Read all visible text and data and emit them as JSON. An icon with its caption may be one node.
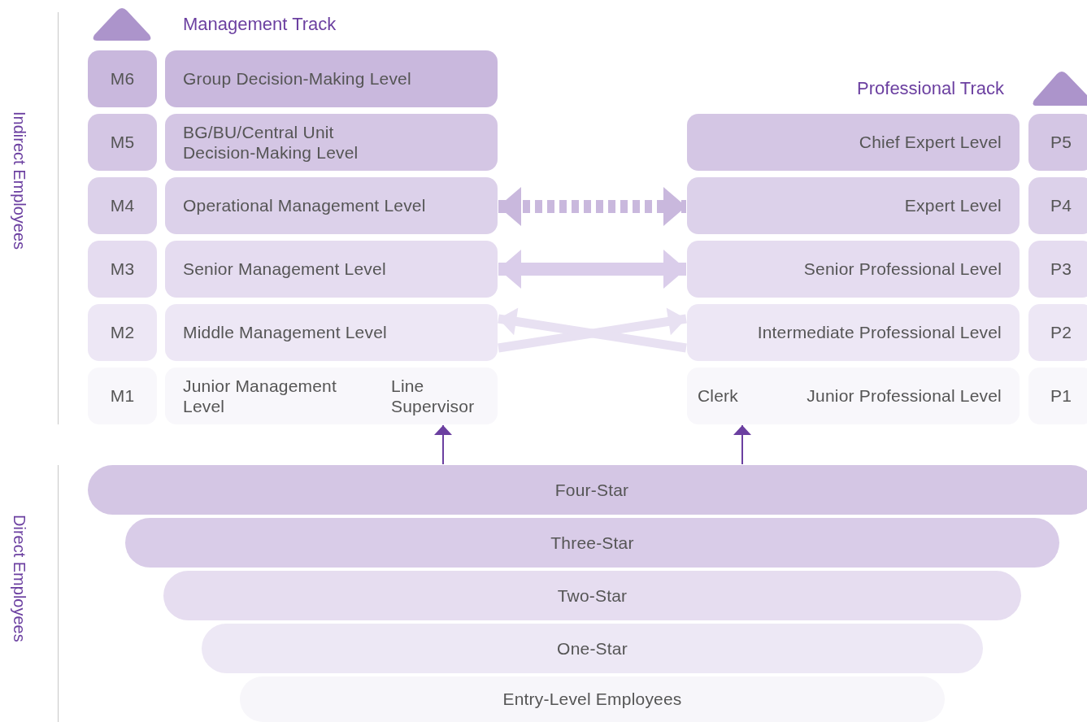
{
  "diagram": {
    "nodes": [
      {
        "text": [
          "M6"
        ]
      },
      {
        "text": [
          "Group Decision-Making Level"
        ]
      },
      {
        "text": [
          "M5"
        ]
      },
      {
        "text": [
          "BG/BU/Central Unit Decision-Making Level"
        ]
      },
      {
        "text": [
          "M4"
        ]
      },
      {
        "text": [
          "Operational Management Level"
        ]
      },
      {
        "text": [
          "M3"
        ]
      },
      {
        "text": [
          "Senior Management Level"
        ]
      },
      {
        "text": [
          "M2"
        ]
      },
      {
        "text": [
          "Middle Management Level"
        ]
      },
      {
        "text": [
          "M1"
        ]
      },
      {
        "text": [
          "Junior Management Level",
          "Line Supervisor"
        ]
      },
      {
        "text": [
          "Chief Expert Level"
        ]
      },
      {
        "text": [
          "P5"
        ]
      },
      {
        "text": [
          "Expert Level"
        ]
      },
      {
        "text": [
          "P4"
        ]
      },
      {
        "text": [
          "Senior Professional Level"
        ]
      },
      {
        "text": [
          "P3"
        ]
      },
      {
        "text": [
          "Intermediate Professional Level"
        ]
      },
      {
        "text": [
          "P2"
        ]
      },
      {
        "text": [
          "Clerk",
          "Junior Professional Level"
        ]
      },
      {
        "text": [
          "P1"
        ]
      },
      {
        "text": [
          "Four-Star"
        ]
      },
      {
        "text": [
          "Three-Star"
        ]
      },
      {
        "text": [
          "Two-Star"
        ]
      },
      {
        "text": [
          "One-Star"
        ]
      },
      {
        "text": [
          "Entry-Level Employees"
        ]
      }
    ],
    "edges": [
      {
        "from": 5,
        "to": 14,
        "arrow": "both",
        "style": "dashed",
        "color": "#c9b8dd"
      },
      {
        "from": 7,
        "to": 16,
        "arrow": "both",
        "color": "#dacdea"
      },
      {
        "from": 9,
        "to": 18,
        "arrow": "to",
        "color": "#e8e1f2"
      },
      {
        "from": 18,
        "to": 9,
        "arrow": "to",
        "color": "#e8e1f2"
      },
      {
        "from": 22,
        "to": 11,
        "arrow": "to",
        "color": "#6b3fa0"
      },
      {
        "from": 22,
        "to": 20,
        "arrow": "to",
        "color": "#6b3fa0"
      }
    ],
    "labels": [
      "Management Track",
      "Professional Track",
      "Indirect Employees",
      "Direct Employees"
    ]
  }
}
